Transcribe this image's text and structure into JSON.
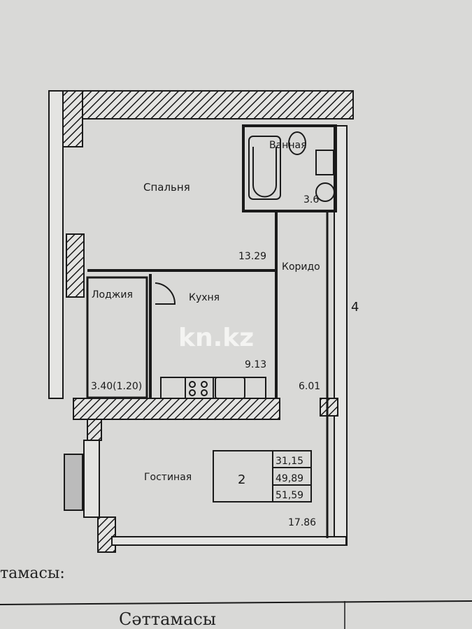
{
  "plan": {
    "rooms": {
      "bedroom": {
        "name": "Спальня",
        "area": "13.29"
      },
      "bathroom": {
        "name": "Ванная",
        "area": "3.6"
      },
      "corridor": {
        "name": "Коридо",
        "area": "6.01"
      },
      "loggia": {
        "name": "Лоджия",
        "area": "3.40(1.20)"
      },
      "kitchen": {
        "name": "Кухня",
        "area": "9.13"
      },
      "living": {
        "name": "Гостиная",
        "area": "17.86"
      }
    },
    "summary": {
      "rooms_count": "2",
      "living_area": "31,15",
      "total_area": "49,89",
      "total_with_loggia": "51,59"
    },
    "side_mark": "4",
    "watermark": "kn.kz"
  },
  "document": {
    "caption": "тамасы:",
    "table_header": "Сәттамасы"
  },
  "colors": {
    "paper": "#d9d9d7",
    "ink": "#1a1a1a"
  }
}
